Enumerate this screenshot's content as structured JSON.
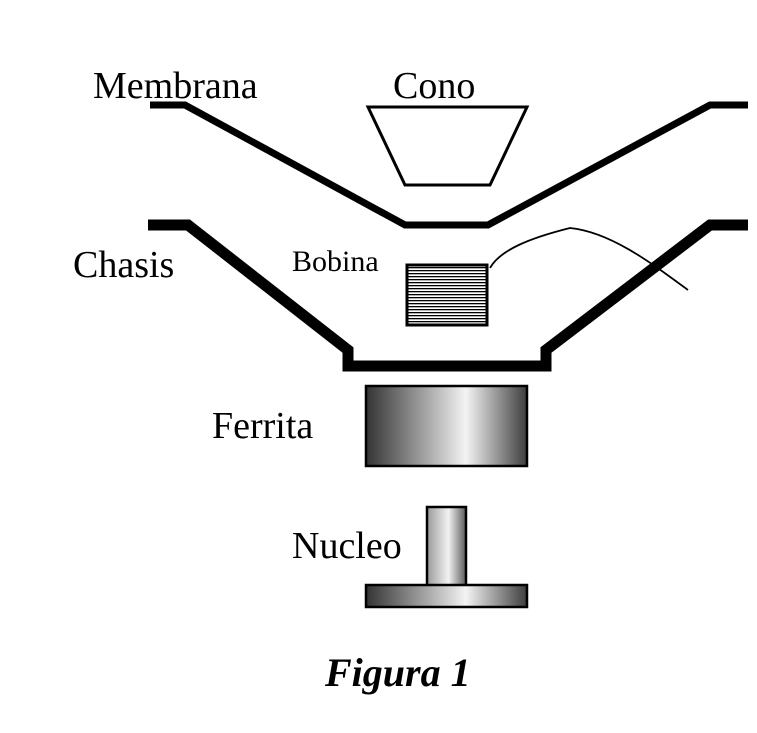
{
  "labels": {
    "membrana": "Membrana",
    "cono": "Cono",
    "chasis": "Chasis",
    "bobina": "Bobina",
    "ferrita": "Ferrita",
    "nucleo": "Nucleo"
  },
  "caption": "Figura 1",
  "colors": {
    "stroke": "#000000",
    "background": "#ffffff",
    "metal_dark": "#3a3a3a",
    "metal_light": "#f2f2f2"
  }
}
